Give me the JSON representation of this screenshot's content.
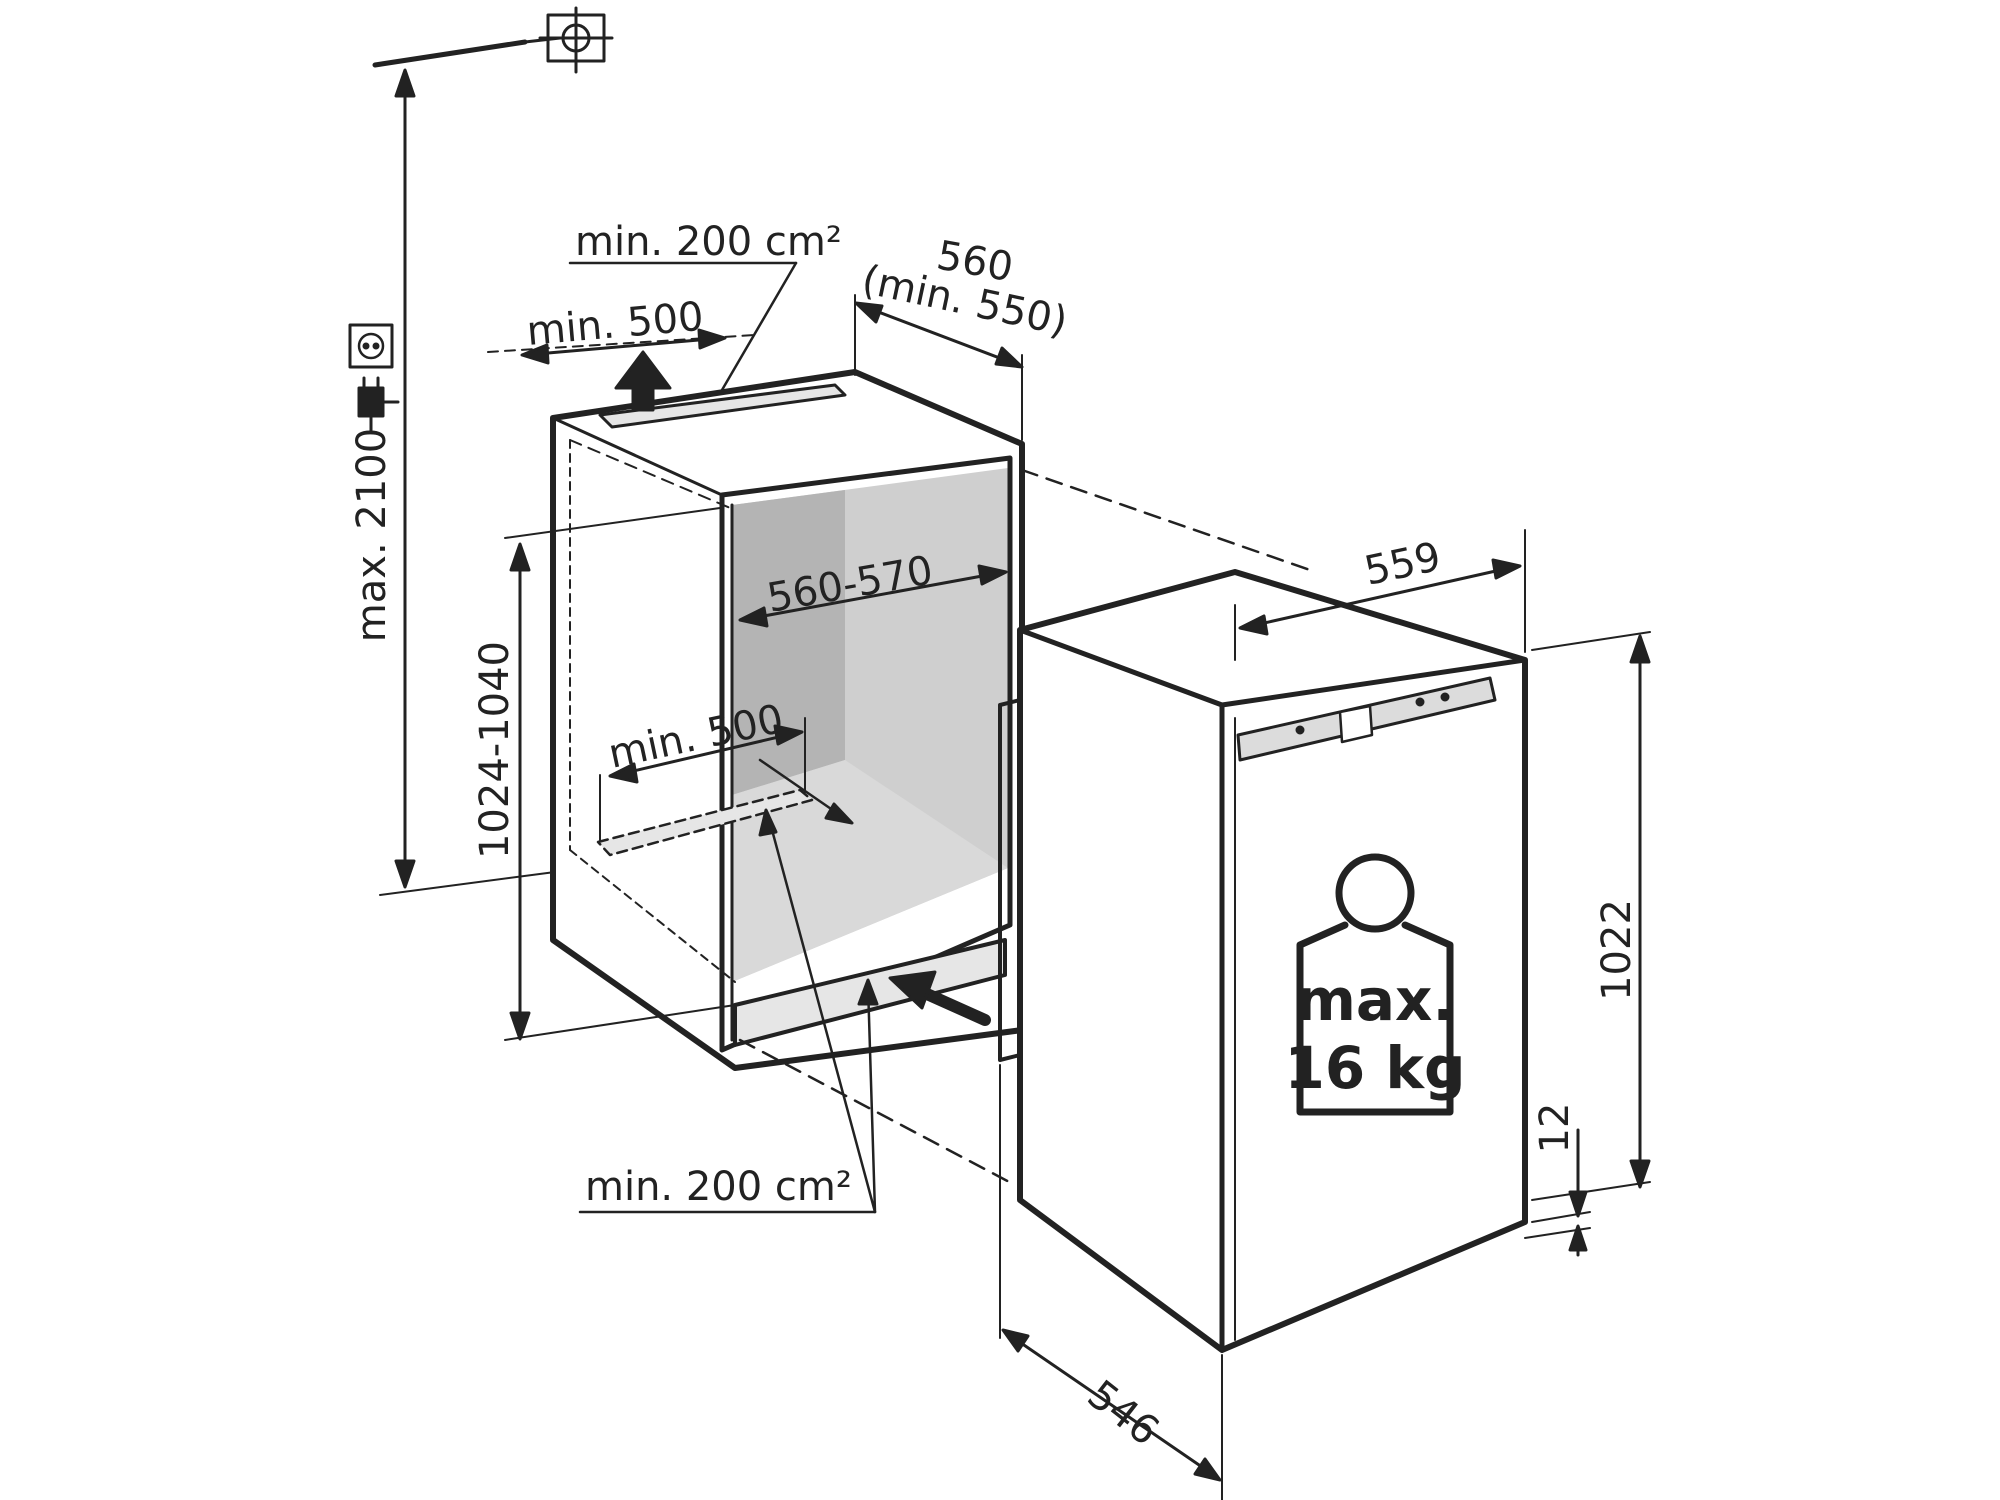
{
  "colors": {
    "ink": "#222222",
    "niche_shade": "#cfcfcf",
    "niche_dark": "#b4b4b4",
    "vent_fill": "#e6e6e6",
    "background": "#ffffff"
  },
  "icons": [
    "mounting-cross-icon",
    "power-socket-icon",
    "power-plug-icon",
    "arrow-up-icon",
    "arrow-in-icon",
    "weight-icon"
  ],
  "labels": {
    "max_height": "max. 2100",
    "niche_height": "1024-1040",
    "niche_inner_width": "560-570",
    "niche_depth": "560",
    "niche_depth_min": "(min. 550)",
    "top_vent_area": "min. 200 cm²",
    "top_vent_length": "min. 500",
    "bottom_vent_length": "min. 500",
    "bottom_vent_area": "min. 200 cm²",
    "appliance_width": "559",
    "appliance_height": "1022",
    "appliance_depth": "546",
    "plinth_offset": "12",
    "weight_line1": "max.",
    "weight_line2": "16 kg"
  }
}
